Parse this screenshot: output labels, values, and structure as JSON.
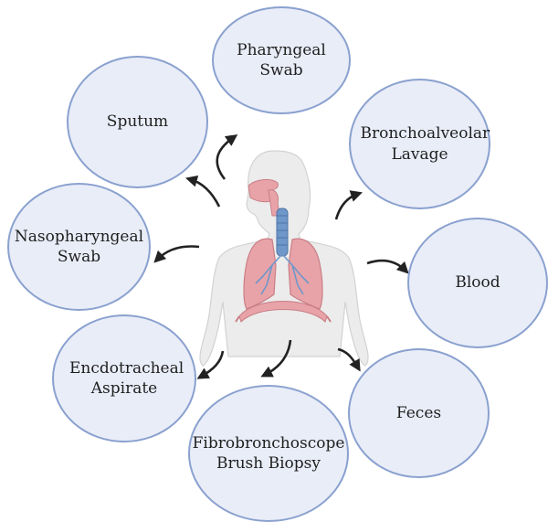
{
  "diagram": {
    "colors": {
      "bubble_fill": "#e9edf8",
      "bubble_border": "#8aa1cf",
      "arrow": "#222222",
      "body_fill": "#ececec",
      "lung_fill": "#e8a3a8",
      "trachea": "#6f97c9"
    },
    "center_icon": "human-torso-respiratory-system-icon",
    "samples": [
      {
        "label": "Pharyngeal Swab"
      },
      {
        "label": "Sputum"
      },
      {
        "label": "Bronchoalveolar Lavage"
      },
      {
        "label": "Nasopharyngeal Swab"
      },
      {
        "label": "Blood"
      },
      {
        "label": "Encdotracheal Aspirate"
      },
      {
        "label": "Feces"
      },
      {
        "label": "Fibrobronchoscope Brush Biopsy"
      }
    ]
  }
}
